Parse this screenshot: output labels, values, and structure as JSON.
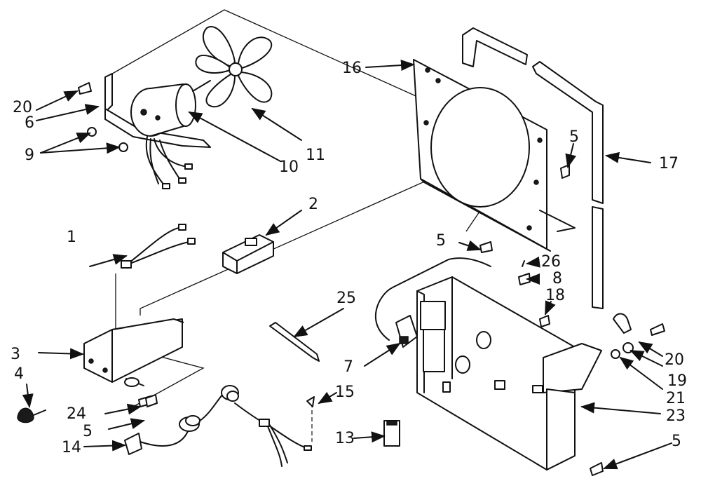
{
  "labels": {
    "l1": "1",
    "l2": "2",
    "l3": "3",
    "l4": "4",
    "l5a": "5",
    "l5b": "5",
    "l5c": "5",
    "l5d": "5",
    "l6": "6",
    "l7": "7",
    "l8": "8",
    "l9": "9",
    "l10": "10",
    "l11": "11",
    "l13": "13",
    "l14": "14",
    "l15": "15",
    "l16": "16",
    "l17": "17",
    "l18": "18",
    "l19": "19",
    "l20a": "20",
    "l20b": "20",
    "l21": "21",
    "l23": "23",
    "l24": "24",
    "l25": "25",
    "l26": "26"
  }
}
